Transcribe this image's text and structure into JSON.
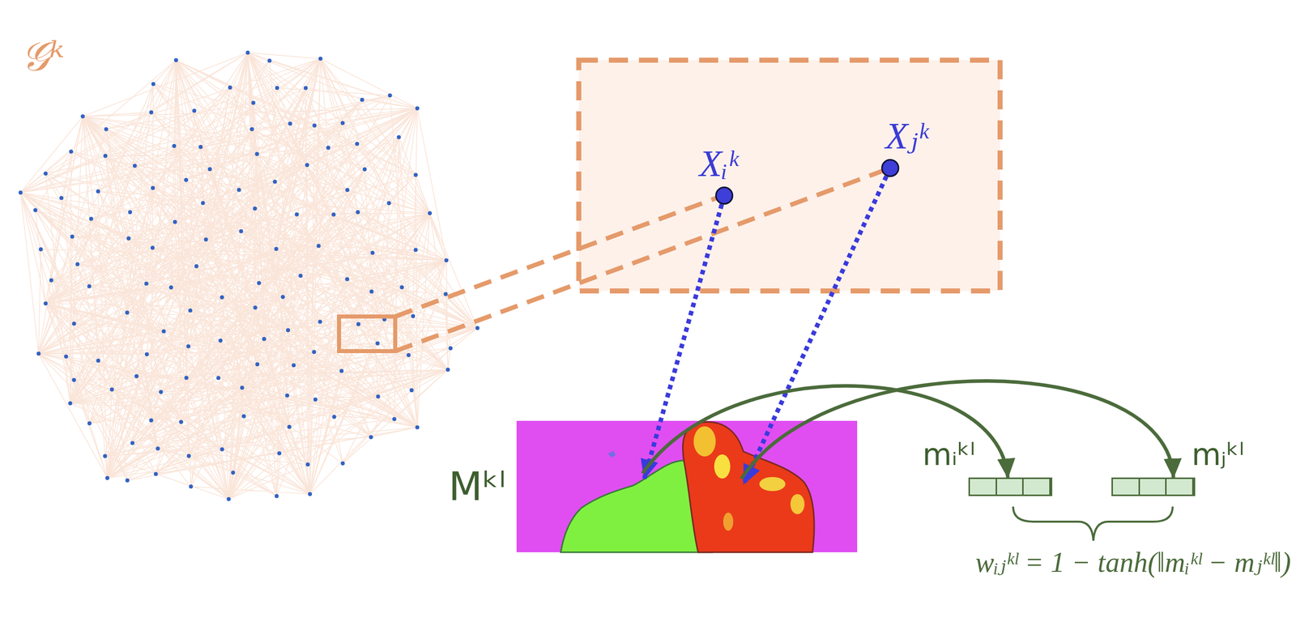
{
  "diagram": {
    "nodes": [
      {
        "text": [
          "𝒢ᵏ"
        ]
      },
      {
        "text": [
          "Xᵢᵏ"
        ]
      },
      {
        "text": [
          "Xⱼᵏ"
        ]
      },
      {
        "text": [
          "Mᵏˡ"
        ]
      },
      {
        "text": [
          "mᵢᵏˡ"
        ]
      },
      {
        "text": [
          "mⱼᵏˡ"
        ]
      }
    ],
    "edges": [
      {
        "from": 1,
        "to": 3,
        "arrow": "to"
      },
      {
        "from": 2,
        "to": 3,
        "arrow": "to"
      },
      {
        "from": 3,
        "to": 4,
        "arrow": "to"
      },
      {
        "from": 3,
        "to": 5,
        "arrow": "to"
      }
    ],
    "labels": [
      "wᵢⱼᵏˡ = 1 − tanh(‖mᵢᵏˡ − mⱼᵏˡ‖)"
    ]
  }
}
